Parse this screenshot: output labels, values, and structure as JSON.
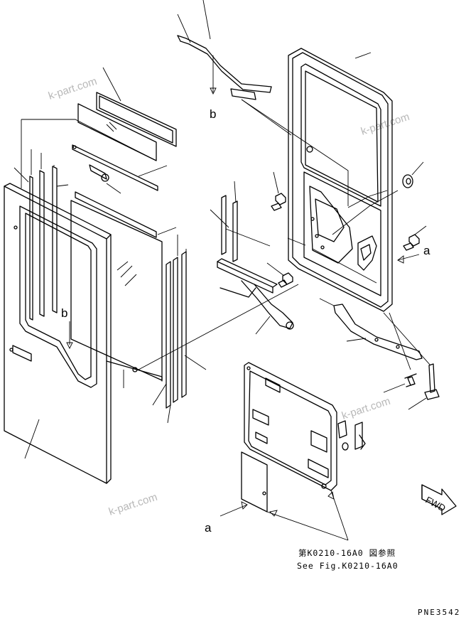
{
  "watermark": "k-part.com",
  "labels": {
    "ref_a_right": "a",
    "ref_a_bottom": "a",
    "ref_b_top": "b",
    "ref_b_left": "b"
  },
  "note": {
    "line1": "第K0210-16A0 図参照",
    "line2": "See Fig.K0210-16A0"
  },
  "direction": "FWD",
  "drawing_code": "PNE3542"
}
